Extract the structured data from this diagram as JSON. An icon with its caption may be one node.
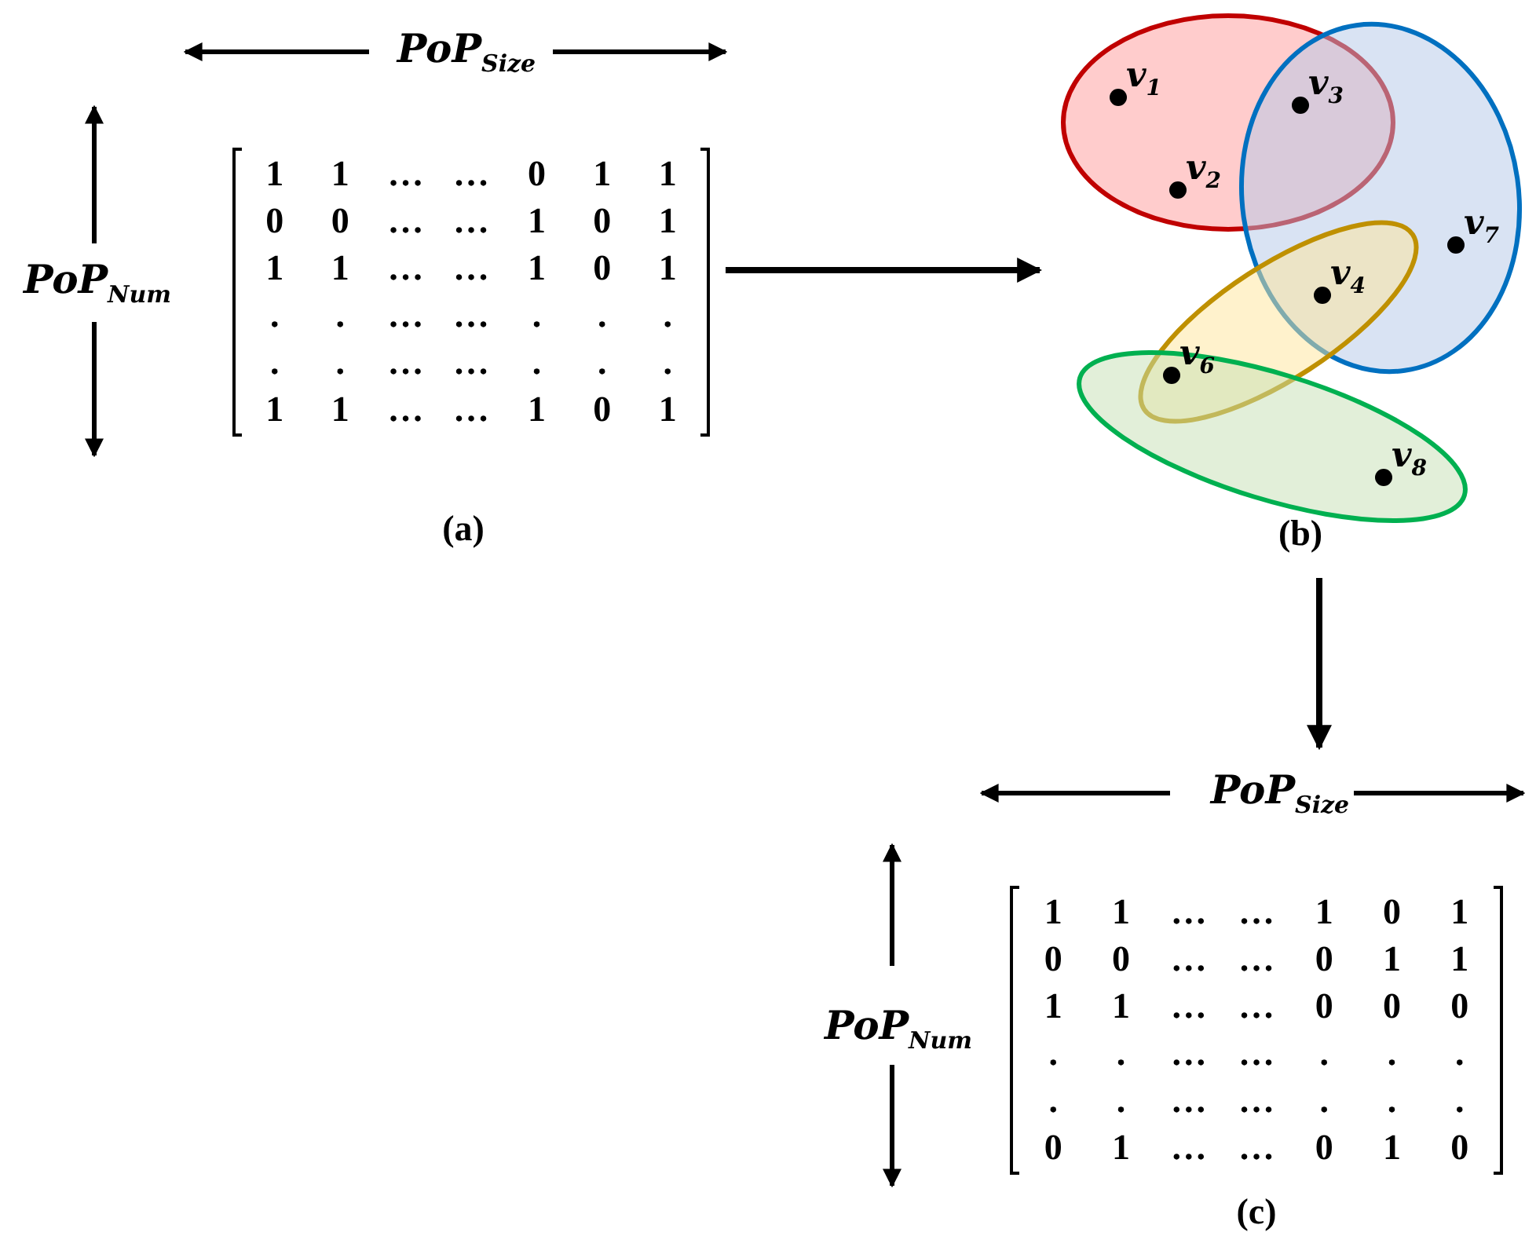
{
  "diagram": {
    "nodes": [
      {
        "text": [
          "1 1 … … 0 1 1",
          "0 0 … … 1 0 1",
          "1 1 … … 1 0 1",
          ". . … … . . .",
          ". . … … . . .",
          "1 1 … … 1 0 1"
        ],
        "beside": [
          "(a)"
        ]
      },
      {
        "text": [
          "v$_{1}$",
          "v$_{2}$",
          "v$_{3}$",
          "v$_{4}$",
          "v$_{6}$",
          "v$_{7}$",
          "v$_{8}$"
        ],
        "beside": [
          "(b)"
        ]
      },
      {
        "text": [
          "1 1 … … 1 0 1",
          "0 0 … … 0 1 1",
          "1 1 … … 0 0 0",
          ". . … … . . .",
          ". . … … . . .",
          "0 1 … … 0 1 0"
        ],
        "beside": [
          "(c)"
        ]
      }
    ],
    "edges": [
      {
        "from": 0,
        "to": 1,
        "arrow": "to"
      },
      {
        "from": 1,
        "to": 2,
        "arrow": "to"
      }
    ],
    "labels": [
      "PoP$_{Size}$",
      "PoP$_{Num}$",
      "PoP$_{Size}$",
      "PoP$_{Num}$"
    ]
  }
}
